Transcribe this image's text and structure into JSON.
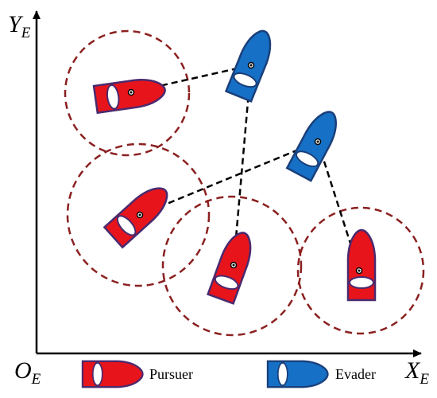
{
  "axes": {
    "y_letter": "Y",
    "y_sub": "E",
    "x_letter": "X",
    "x_sub": "E",
    "origin_letter": "O",
    "origin_sub": "E"
  },
  "legend": {
    "pursuer_label": "Pursuer",
    "evader_label": "Evader"
  },
  "colors": {
    "pursuer_fill": "#e8141b",
    "pursuer_stroke": "#4a2a6e",
    "evader_fill": "#1670c6",
    "evader_stroke": "#1a3f7a",
    "ring": "#8b2020",
    "link": "#000000"
  }
}
